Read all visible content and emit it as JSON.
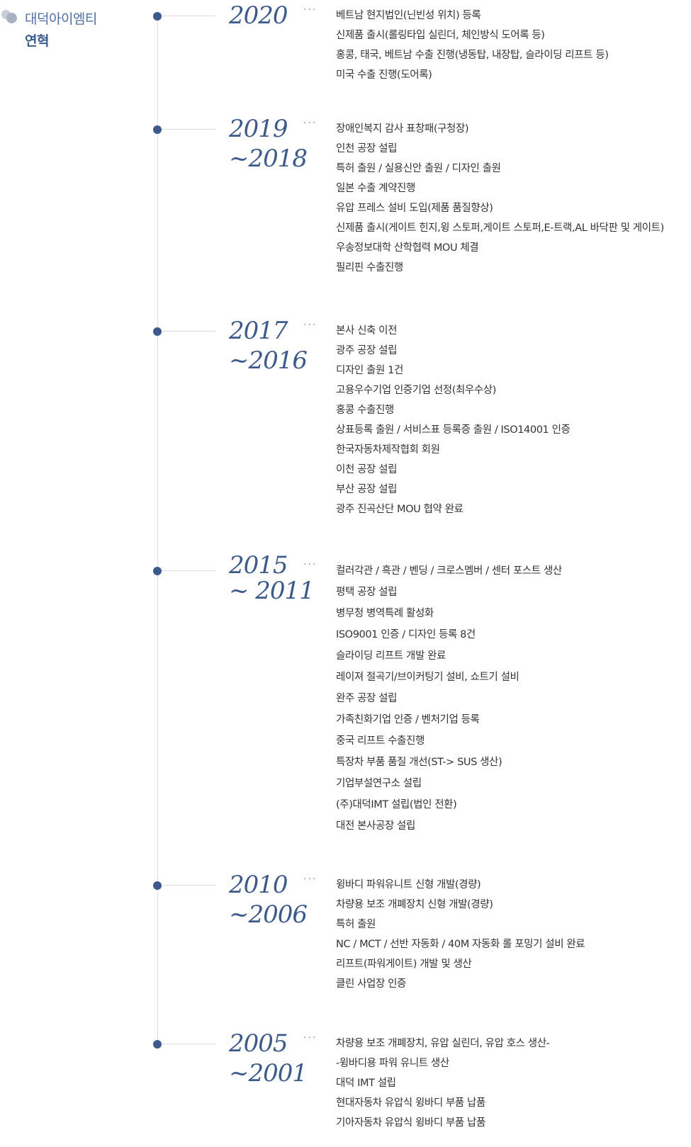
{
  "brand": {
    "name": "대덕아이엠티",
    "section": "연혁"
  },
  "timeline": [
    {
      "year_line1": "2020",
      "year_line2": "",
      "items": [
        "베트남 현지법인(닌빈성 위치) 등록",
        "신제품 출시(롤링타입 실린더, 체인방식 도어록 등)",
        "홍콩, 태국, 베트남 수출 진행(냉동탑, 내장탑, 슬라이딩 리프트 등)",
        "미국 수출 진행(도어록)"
      ]
    },
    {
      "year_line1": "2019",
      "year_line2": "~2018",
      "items": [
        "장애인복지 감사 표창패(구청장)",
        "인천 공장 설립",
        "특허 출원 / 실용신안 출원 / 디자인 출원",
        "일본 수출 계약진행",
        "유압 프레스 설비 도입(제품 품질향상)",
        "신제품 출시(게이트 힌지,윙 스토퍼,게이트 스토퍼,E-트랙,AL 바닥판 및 게이트)",
        "우송정보대학 산학협력 MOU 체결",
        "필리핀 수출진행"
      ]
    },
    {
      "year_line1": "2017",
      "year_line2": "~2016",
      "items": [
        "본사 신축 이전",
        "광주 공장 설립",
        "디자인 출원 1건",
        "고용우수기업 인증기업 선정(최우수상)",
        "홍콩 수출진행",
        "상표등록 출원 / 서비스표 등록증 출원 / ISO14001 인증",
        "한국자동차제작협회 회원",
        "이천 공장 설립",
        "부산 공장 설립",
        "광주 진곡산단 MOU 협약 완료"
      ]
    },
    {
      "year_line1": "2015",
      "year_line2": "~ 2011",
      "items": [
        "컬러각관 / 흑관 / 벤딩 / 크로스멤버 / 센터 포스트 생산",
        "평택 공장 설립",
        "병무청 병역특례 활성화",
        "ISO9001 인증 / 디자인 등록 8건",
        "슬라이딩 리프트 개발 완료",
        "레이져 절곡기/브이커팅기 설비, 쇼트기 설비",
        "완주 공장 설립",
        "가족친화기업 인증 / 벤처기업 등록",
        "중국 리프트 수출진행",
        "특장차 부품 품질 개선(ST-> SUS 생산)",
        "기업부설연구소 설립",
        "(주)대덕IMT 설립(법인 전환)",
        "대전 본사공장 설립"
      ]
    },
    {
      "year_line1": "2010",
      "year_line2": "~2006",
      "items": [
        "윙바디 파워유니트 신형 개발(경량)",
        "차량용 보조 개폐장치 신형 개발(경량)",
        "특허 출원",
        "NC / MCT / 선반 자동화 / 40M 자동화 롤 포밍기 설비 완료",
        "리프트(파워게이트) 개발 및 생산",
        "클린 사업장 인증"
      ]
    },
    {
      "year_line1": "2005",
      "year_line2": "~2001",
      "items": [
        "차량용 보조 개폐장치, 유압 실린더, 유압 호스 생산-",
        "-윙바디용 파워 유니트 생산",
        "대덕 IMT 설립",
        "현대자동차 유압식 윙바디 부품 납품",
        "기아자동차 유압식 윙바디 부품 납품"
      ]
    }
  ]
}
